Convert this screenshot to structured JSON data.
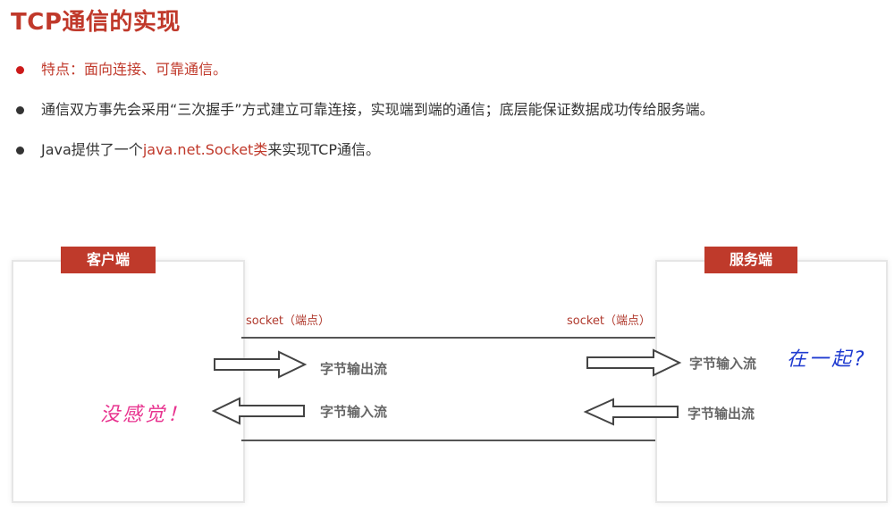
{
  "page": {
    "title": "TCP通信的实现"
  },
  "bullets": [
    {
      "text": "特点：面向连接、可靠通信。"
    },
    {
      "text": "通信双方事先会采用“三次握手”方式建立可靠连接，实现端到端的通信；底层能保证数据成功传给服务端。"
    },
    {
      "prefix": "Java提供了一个",
      "highlight": "java.net.Socket类",
      "suffix": "来实现TCP通信。"
    }
  ],
  "diagram": {
    "client_label": "客户端",
    "server_label": "服务端",
    "socket_left": "socket（端点）",
    "socket_right": "socket（端点）",
    "client_flows": {
      "out": "字节输出流",
      "in": "字节输入流"
    },
    "server_flows": {
      "in": "字节输入流",
      "out": "字节输出流"
    },
    "note_client": "没感觉！",
    "note_server": "在一起?",
    "colors": {
      "accent": "#c0392b",
      "note_pink": "#e8338f",
      "note_blue": "#1f3bd0"
    }
  }
}
